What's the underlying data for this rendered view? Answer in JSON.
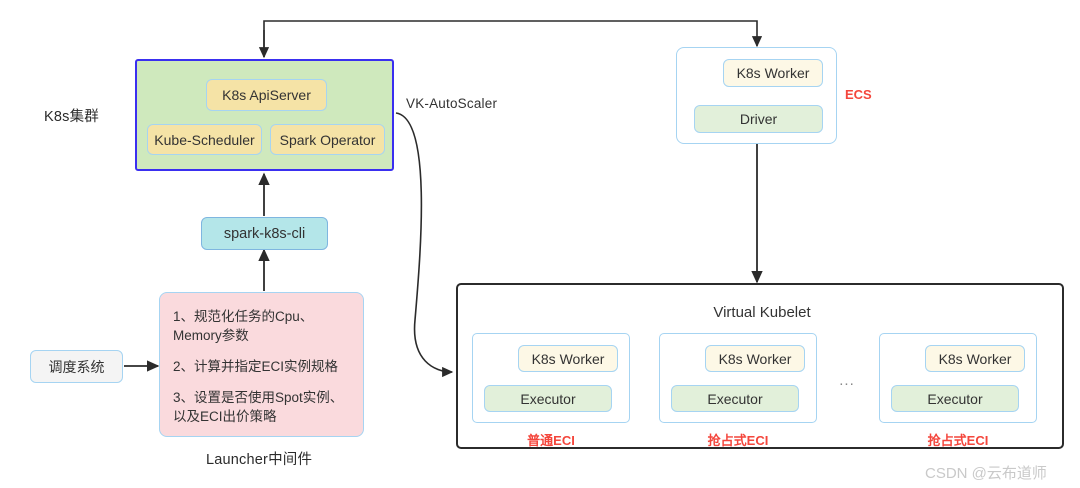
{
  "diagram": {
    "title_watermark": "CSDN @云布道师",
    "labels": {
      "k8s_cluster": "K8s集群",
      "vk_autoscaler": "VK-AutoScaler",
      "ecs": "ECS",
      "launcher": "Launcher中间件",
      "virtual_kubelet": "Virtual Kubelet",
      "ellipsis": "..."
    },
    "k8s_cluster": {
      "apiserver": "K8s ApiServer",
      "scheduler": "Kube-Scheduler",
      "operator": "Spark Operator"
    },
    "cli": {
      "label": "spark-k8s-cli"
    },
    "scheduler_system": {
      "label": "调度系统"
    },
    "launcher": {
      "lines": [
        "1、规范化任务的Cpu、Memory参数",
        "2、计算并指定ECI实例规格",
        "3、设置是否使用Spot实例、以及ECI出价策略"
      ]
    },
    "ecs": {
      "worker": "K8s Worker",
      "driver": "Driver"
    },
    "virtual_kubelet": {
      "title": "Virtual Kubelet",
      "nodes": [
        {
          "worker": "K8s Worker",
          "executor": "Executor",
          "caption": "普通ECI"
        },
        {
          "worker": "K8s Worker",
          "executor": "Executor",
          "caption": "抢占式ECI"
        },
        {
          "worker": "K8s Worker",
          "executor": "Executor",
          "caption": "抢占式ECI"
        }
      ]
    },
    "colors": {
      "cluster_border": "#3a2ff0",
      "cluster_fill": "#cfe9bd",
      "yellow_fill": "#f5e3a6",
      "cyan_fill": "#b4e6e9",
      "pink_fill": "#fadadd",
      "green_fill": "#e2f0da",
      "ivory_fill": "#fdf8e6",
      "blue_border": "#a6d4f2",
      "red_text": "#f4463c",
      "arrow": "#333333"
    }
  }
}
